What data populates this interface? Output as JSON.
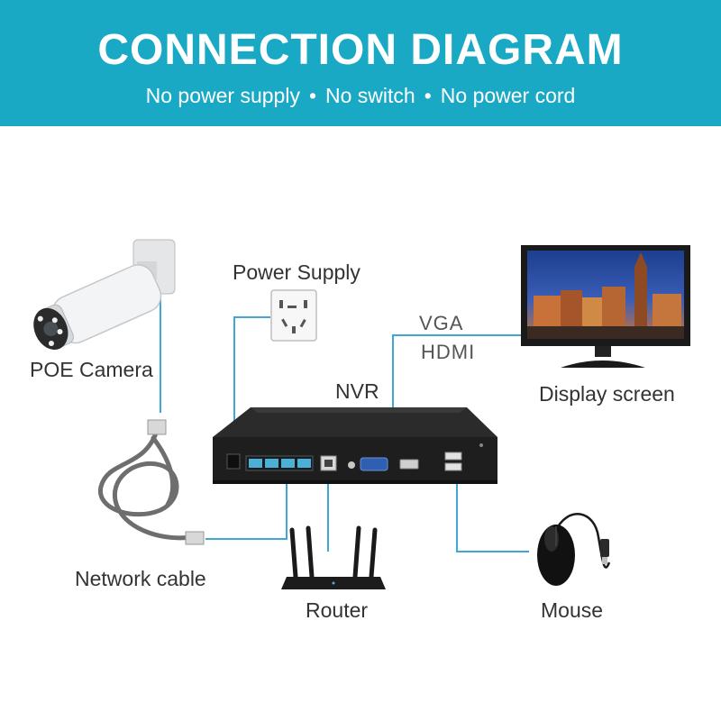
{
  "header": {
    "title": "CONNECTION  DIAGRAM",
    "features": [
      "No power supply",
      "No switch",
      "No power cord"
    ],
    "background_color": "#1aa9c4"
  },
  "devices": {
    "camera": "POE Camera",
    "power": "Power Supply",
    "nvr": "NVR",
    "display": "Display screen",
    "cable": "Network cable",
    "router": "Router",
    "mouse": "Mouse"
  },
  "ports": {
    "vga": "VGA",
    "hdmi": "HDMI"
  },
  "line_color": "#3fa7d6"
}
